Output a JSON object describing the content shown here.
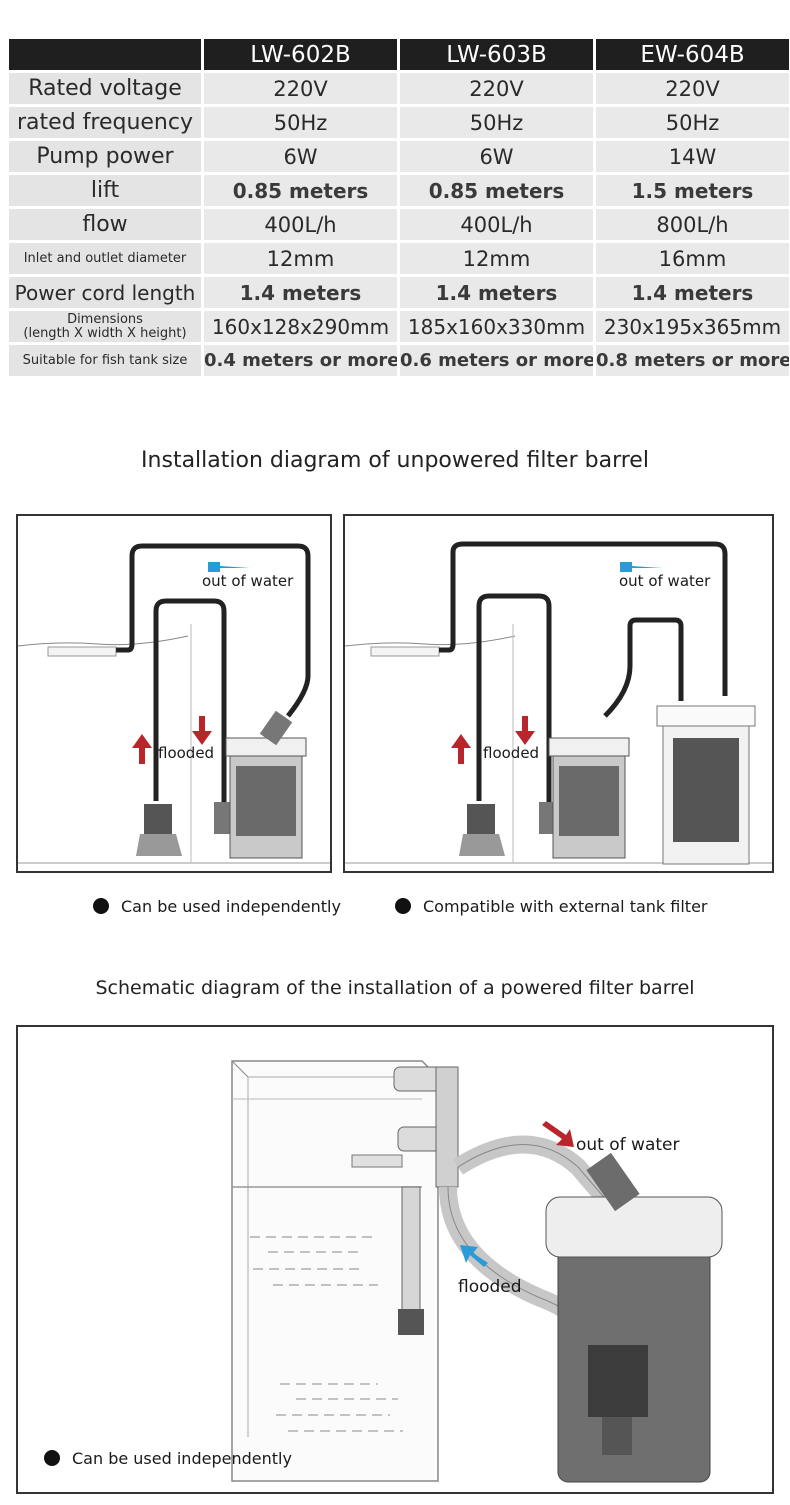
{
  "table": {
    "models": [
      "LW-602B",
      "LW-603B",
      "EW-604B"
    ],
    "rows": [
      {
        "label": "Rated voltage",
        "values": [
          "220V",
          "220V",
          "220V"
        ]
      },
      {
        "label": "rated frequency",
        "values": [
          "50Hz",
          "50Hz",
          "50Hz"
        ]
      },
      {
        "label": "Pump power",
        "values": [
          "6W",
          "6W",
          "14W"
        ]
      },
      {
        "label": "lift",
        "values": [
          "0.85 meters",
          "0.85 meters",
          "1.5 meters"
        ]
      },
      {
        "label": "flow",
        "values": [
          "400L/h",
          "400L/h",
          "800L/h"
        ]
      },
      {
        "label": "Inlet and outlet diameter",
        "values": [
          "12mm",
          "12mm",
          "16mm"
        ]
      },
      {
        "label": "Power cord length",
        "values": [
          "1.4 meters",
          "1.4 meters",
          "1.4 meters"
        ]
      },
      {
        "label": "Dimensions",
        "label2": "(length X width X height)",
        "values": [
          "160x128x290mm",
          "185x160x330mm",
          "230x195x365mm"
        ]
      },
      {
        "label": "Suitable for fish tank size",
        "values": [
          "0.4 meters or more",
          "0.6 meters or more",
          "0.8 meters or more"
        ]
      }
    ]
  },
  "unpowered": {
    "title": "Installation diagram of unpowered filter barrel",
    "panel1": {
      "out_label": "out of water",
      "in_label": "flooded"
    },
    "panel2": {
      "out_label": "out of water",
      "in_label": "flooded"
    },
    "bullet1": "Can be used independently",
    "bullet2": "Compatible with external tank filter"
  },
  "powered": {
    "title": "Schematic diagram of the installation of a powered filter barrel",
    "out_label": "out of water",
    "in_label": "flooded",
    "bullet": "Can be used independently"
  },
  "colors": {
    "arrow_blue": "#2a9bd6",
    "arrow_red": "#b8262b",
    "header_bg": "#1f1f1f",
    "cell_bg": "#e9e9e9"
  }
}
